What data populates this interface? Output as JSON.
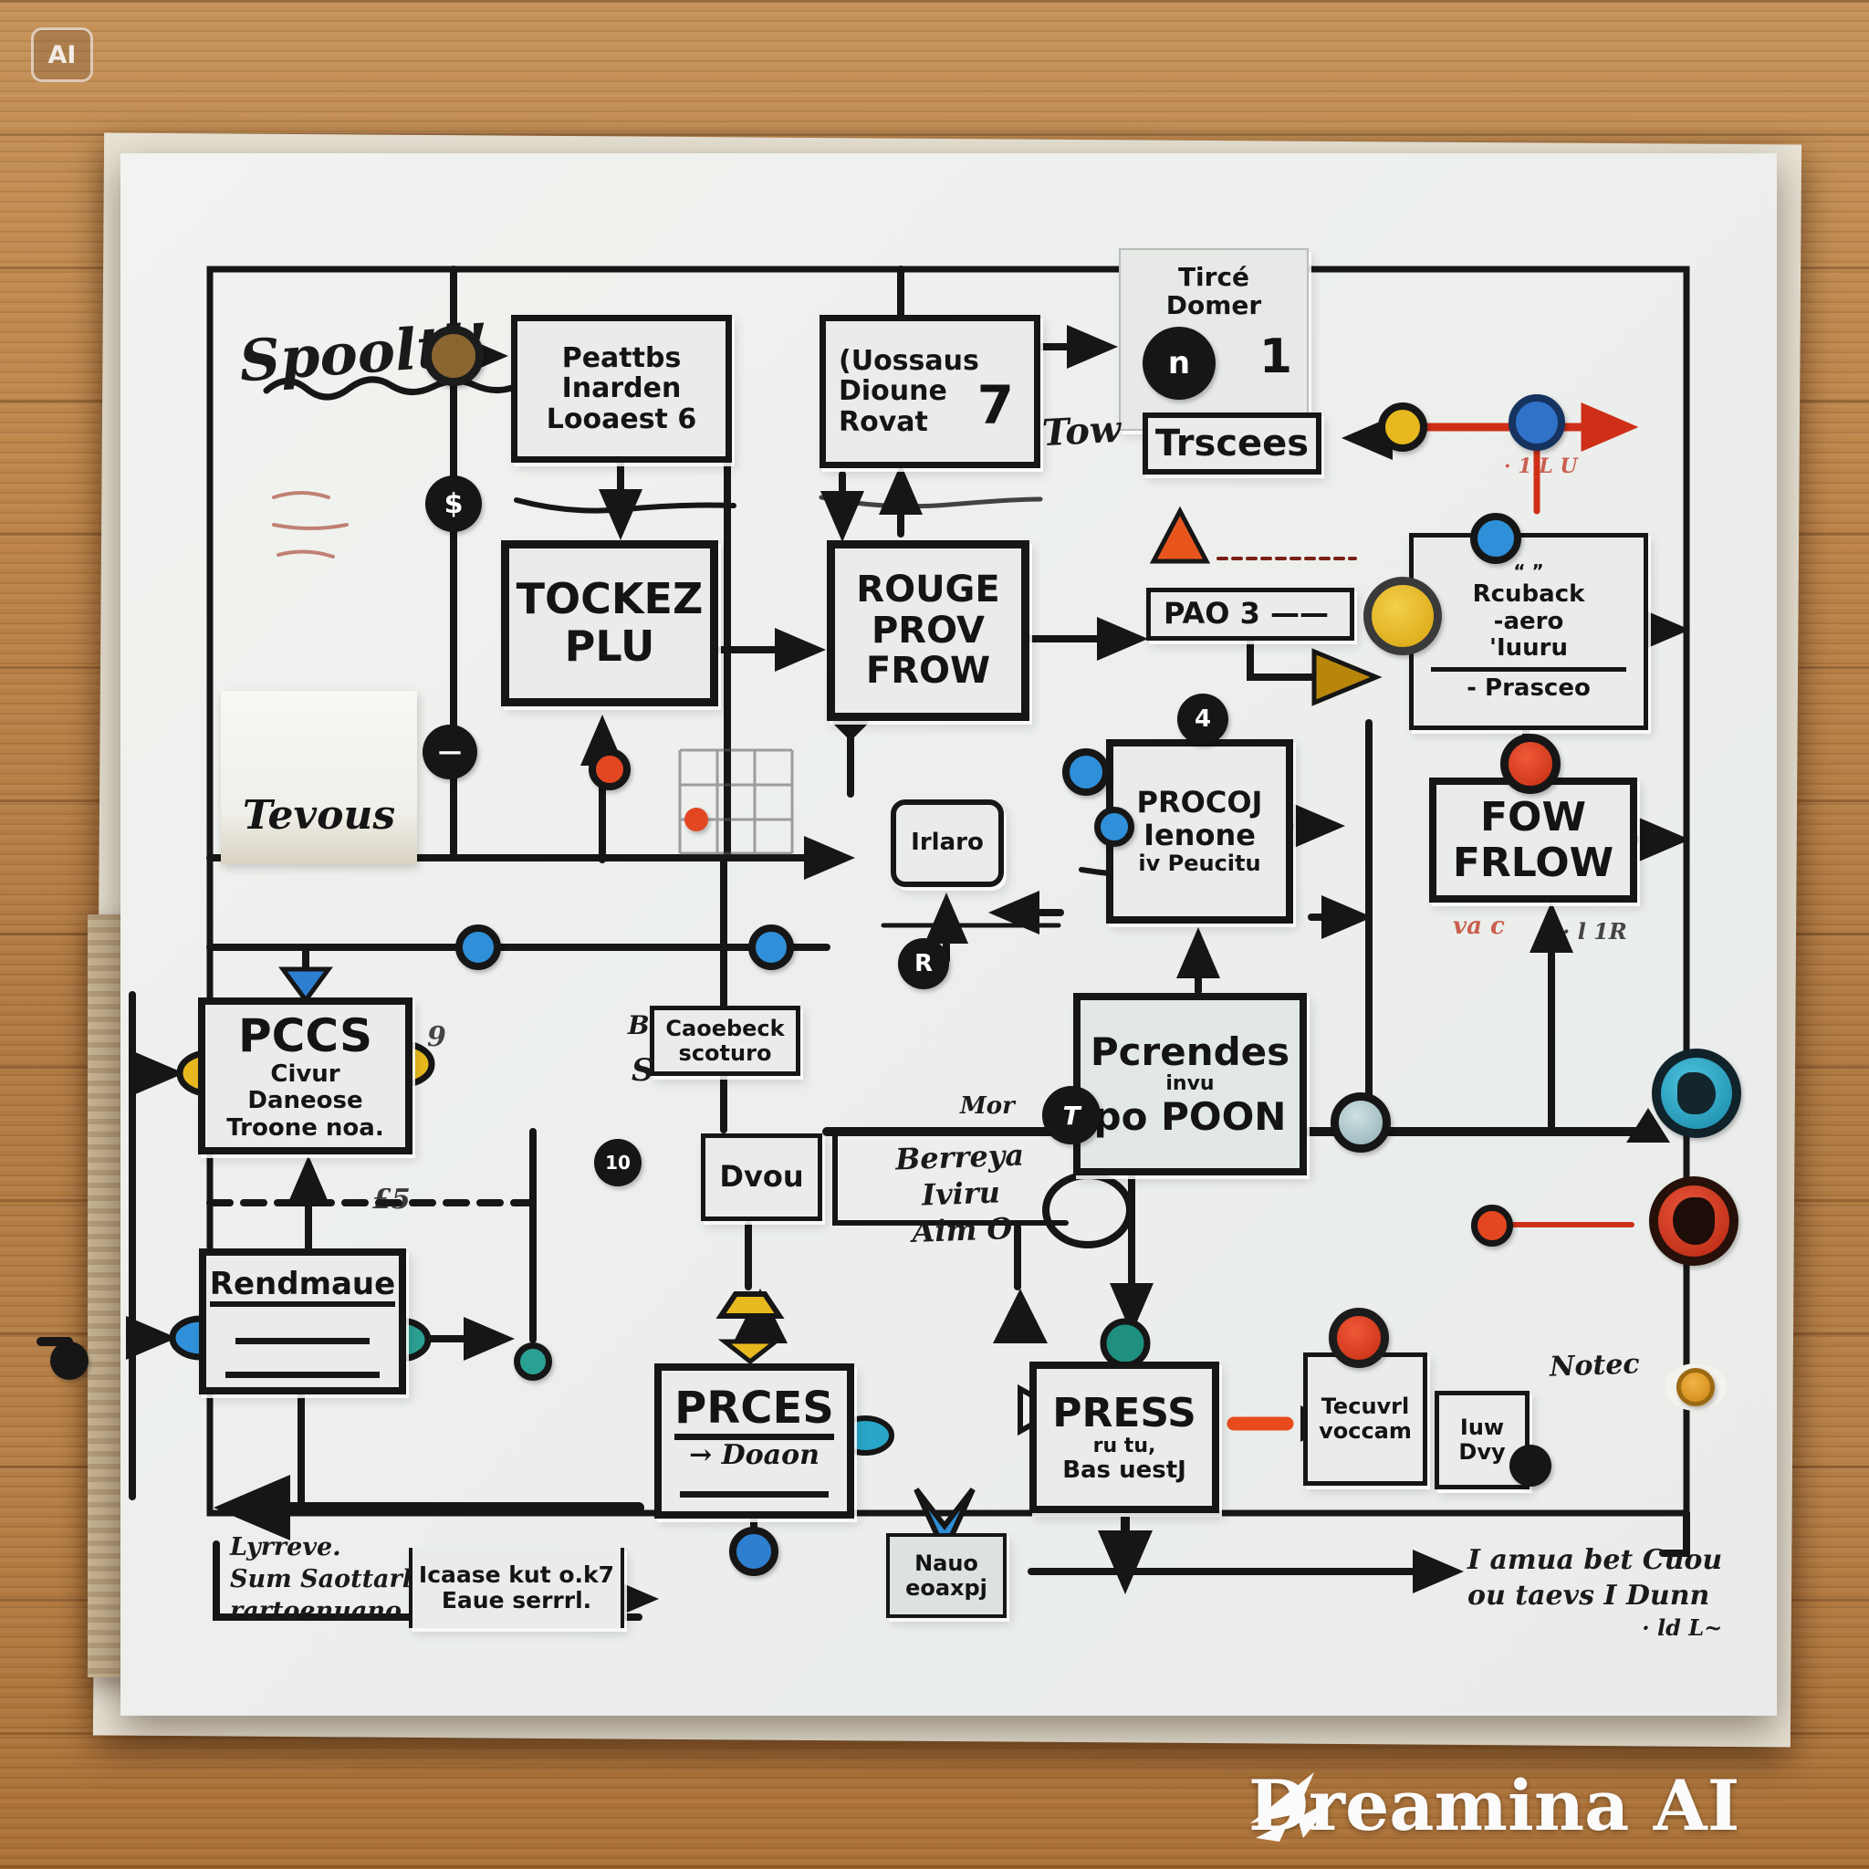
{
  "badge": {
    "label": "AI"
  },
  "watermark": {
    "label": "Dreamina AI"
  },
  "annotations": {
    "spool": "Spooltl!",
    "tow": "Tow",
    "tevous": "Tevous",
    "mor": "Mor",
    "notec": "Notec",
    "b_mark": "B",
    "s_mark": "S",
    "nine_mark": "9",
    "pound_mark": "£5",
    "red_marks": "· 1 L U",
    "vac": "va c",
    "ild": "· l 1R",
    "sum_lines": [
      "Lyrreve.",
      "Sum Saottarl",
      "rartoenuano"
    ],
    "note_right_lines": [
      "I amua bet Cuou",
      "ou taevs I Dunn",
      "· ld L~"
    ]
  },
  "nodes": {
    "peattbs": {
      "lines": [
        "Peattbs",
        "Inarden",
        "Looaest 6"
      ]
    },
    "uossag": {
      "lines": [
        "(Uossaus",
        "Dioune",
        "Rovat"
      ],
      "number": "7"
    },
    "tire_card": {
      "lines": [
        "Tircé",
        "Domer"
      ],
      "number": "1",
      "dot_glyph": "n"
    },
    "trscees": {
      "label": "Trscees"
    },
    "tockez": {
      "lines": [
        "TOCKEZ",
        "PLU"
      ]
    },
    "rouge": {
      "lines": [
        "ROUGE",
        "PROV",
        "FROW"
      ]
    },
    "pro3": {
      "label": "PAO 3 ——"
    },
    "rcuback": {
      "lines": [
        "“  ”",
        "Rcuback",
        "-aero",
        "'Iuuru"
      ],
      "footer": "- Prasceo"
    },
    "fow": {
      "lines": [
        "FOW",
        "FRLOW"
      ]
    },
    "procoj": {
      "lines": [
        "PROCOJ",
        "Ienone",
        "iv Peucitu"
      ]
    },
    "irlaro": {
      "label": "Irlaro"
    },
    "pccs": {
      "lines": [
        "PCCS",
        "Civur",
        "Daneose",
        "Troone noa."
      ]
    },
    "rendmar": {
      "label": "Rendmaue"
    },
    "caoebeck": {
      "lines": [
        "Caoebeck",
        "scoturo"
      ]
    },
    "dvou": {
      "label": "Dvou"
    },
    "berreya": {
      "lines": [
        "Berreya",
        "Iviru",
        "Aim O"
      ]
    },
    "pcrendes": {
      "lines": [
        "Pcrendes",
        "invu",
        "po POON"
      ]
    },
    "prces": {
      "lines": [
        "PRCES",
        "→ Doaon"
      ]
    },
    "press": {
      "lines": [
        "PRESS",
        "ru tu,",
        "Bas uestJ"
      ]
    },
    "tecuvrl": {
      "lines": [
        "Tecuvrl",
        "voccam"
      ]
    },
    "iuvdvy": {
      "lines": [
        "Iuw",
        "Dvy"
      ]
    },
    "nauo": {
      "lines": [
        "Nauo",
        "eoaxpj"
      ]
    },
    "icaase": {
      "lines": [
        "Icaase kut o.k7",
        "Eaue serrrl."
      ]
    }
  },
  "dots": {
    "dollar": "$",
    "dash": "—",
    "r": "R",
    "four": "4",
    "ten": "10",
    "t": "T",
    "zero": "n"
  },
  "colors": {
    "ink": "#161616",
    "paper": "#f0f1ee",
    "wood": "#b57e45",
    "red": "#d93a20",
    "orange": "#e8551c",
    "yellow": "#e8b91e",
    "blue": "#2f8fd8",
    "teal": "#24a0a8",
    "gold": "#b8860b"
  }
}
